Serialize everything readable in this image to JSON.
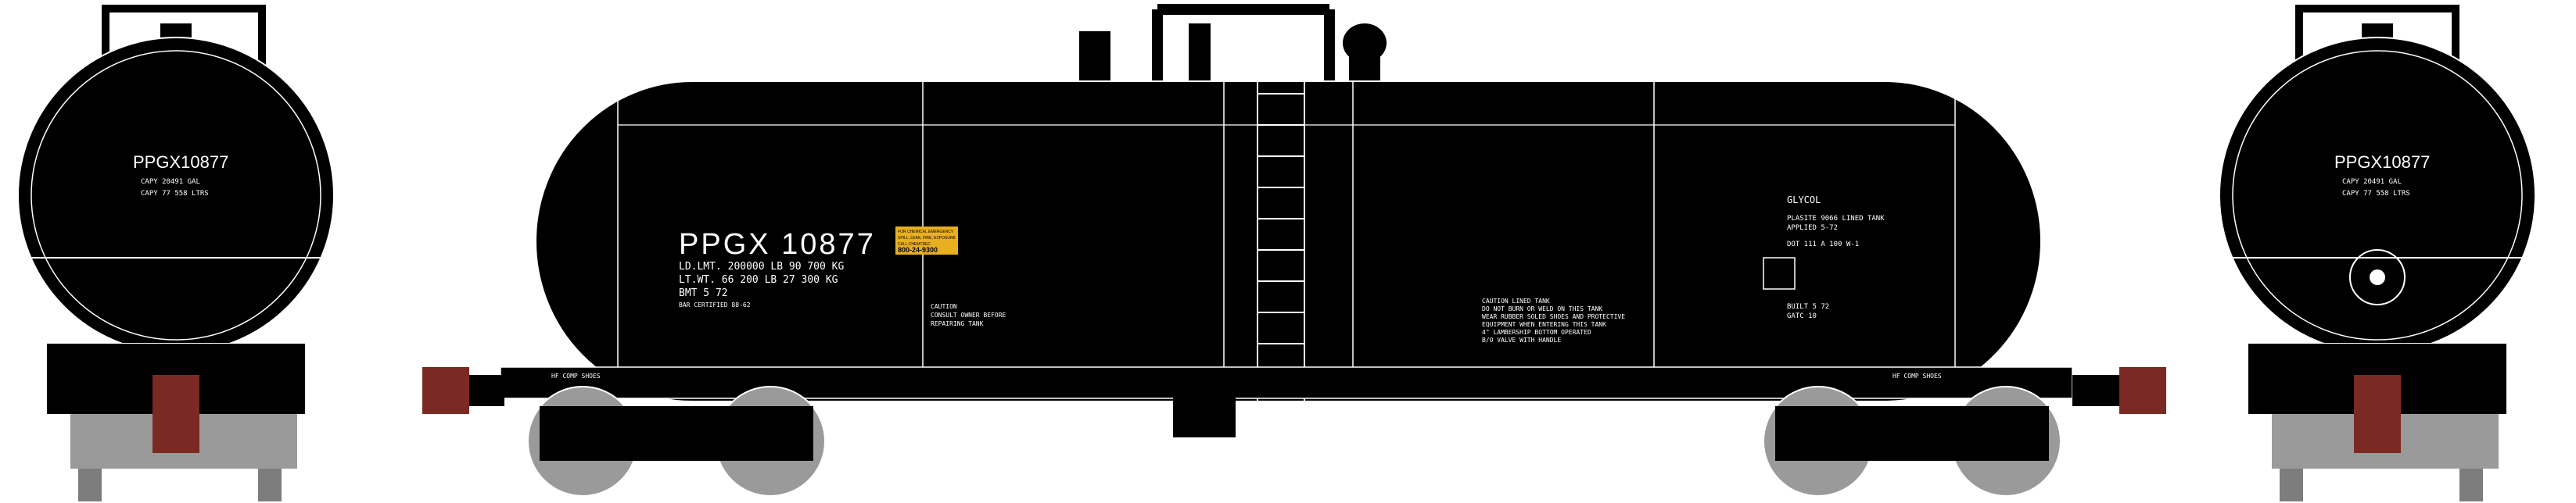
{
  "left_end": {
    "reporting_mark": "PPGX10877",
    "capacity_gal": "CAPY 20491 GAL",
    "capacity_ltrs": "CAPY 77 558 LTRS"
  },
  "side": {
    "reporting_mark": "PPGX 10877",
    "ld_lmt": "LD.LMT. 200000 LB 90 700 KG",
    "lt_wt": "LT.WT. 66 200 LB 27 300 KG",
    "bmt": "BMT       5 72",
    "bar_cert": "BAR CERTIFIED 88-62",
    "hazmat_line1": "FOR CHEMICAL EMERGENCY",
    "hazmat_line2": "SPILL, LEAK, FIRE, EXPOSURE",
    "hazmat_line3": "CALL CHEMTREC",
    "hazmat_phone": "800-24-9300",
    "caution_left_1": "CAUTION",
    "caution_left_2": "CONSULT OWNER BEFORE",
    "caution_left_3": "REPAIRING TANK",
    "caution_right_1": "CAUTION LINED TANK",
    "caution_right_2": "DO NOT BURN OR WELD ON THIS TANK",
    "caution_right_3": "WEAR RUBBER SOLED SHOES AND PROTECTIVE",
    "caution_right_4": "EQUIPMENT WHEN ENTERING THIS TANK",
    "caution_right_5": "4\" LAMBERSHIP BOTTOM OPERATED",
    "caution_right_6": "B/O VALVE WITH HANDLE",
    "commodity": "GLYCOL",
    "lined_1": "PLASITE 9066 LINED TANK",
    "lined_2": "APPLIED 5-72",
    "dot_spec": "DOT 111 A 100 W-1",
    "built": "BUILT      5  72",
    "gatc": "GATC    10",
    "shoes_left": "HF COMP SHOES",
    "shoes_right": "HF COMP SHOES"
  },
  "right_end": {
    "reporting_mark": "PPGX10877",
    "capacity_gal": "CAPY 20491 GAL",
    "capacity_ltrs": "CAPY 77 558 LTRS"
  },
  "colors": {
    "tank": "#000000",
    "outline": "#ffffff",
    "wheel": "#9a9a9a",
    "coupler": "#7a2a22",
    "hazmat_placard": "#e8b020"
  }
}
